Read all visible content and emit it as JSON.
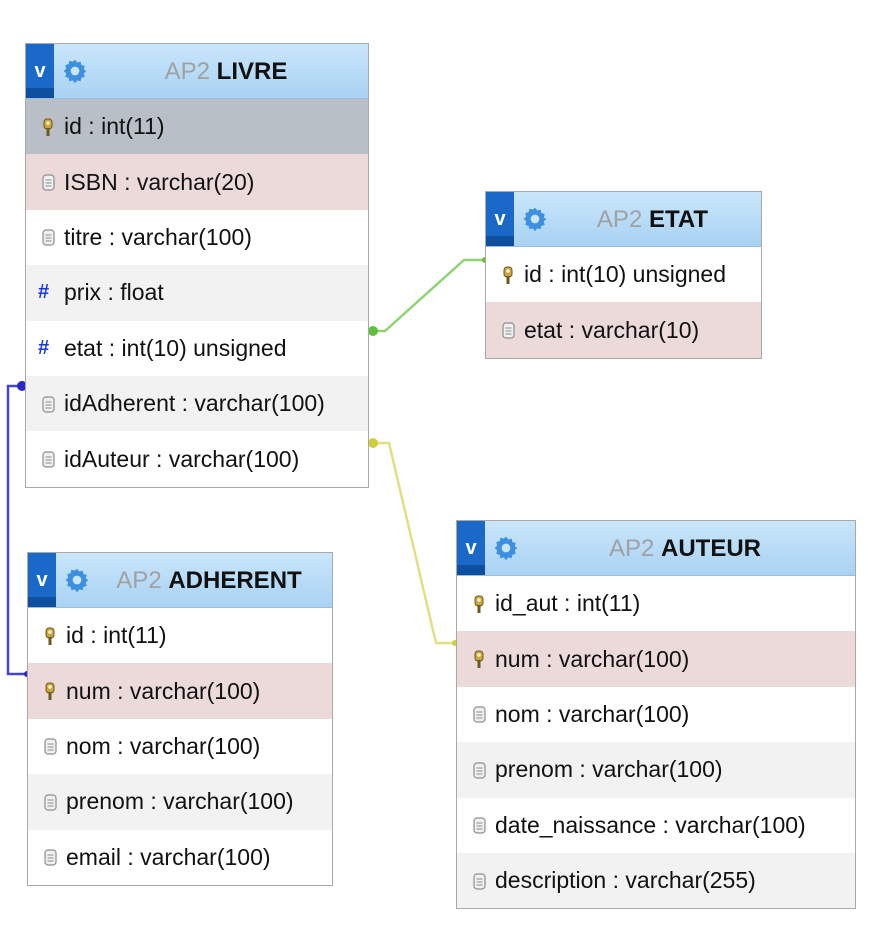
{
  "tables": {
    "livre": {
      "schema": "AP2",
      "name": "LIVRE",
      "columns": [
        {
          "name": "id",
          "type": "int(11)",
          "icon": "key-icon"
        },
        {
          "name": "ISBN",
          "type": "varchar(20)",
          "icon": "column-icon"
        },
        {
          "name": "titre",
          "type": "varchar(100)",
          "icon": "column-icon"
        },
        {
          "name": "prix",
          "type": "float",
          "icon": "numeric-icon"
        },
        {
          "name": "etat",
          "type": "int(10) unsigned",
          "icon": "numeric-icon"
        },
        {
          "name": "idAdherent",
          "type": "varchar(100)",
          "icon": "column-icon"
        },
        {
          "name": "idAuteur",
          "type": "varchar(100)",
          "icon": "column-icon"
        }
      ]
    },
    "etat": {
      "schema": "AP2",
      "name": "ETAT",
      "columns": [
        {
          "name": "id",
          "type": "int(10) unsigned",
          "icon": "key-icon"
        },
        {
          "name": "etat",
          "type": "varchar(10)",
          "icon": "column-icon"
        }
      ]
    },
    "adherent": {
      "schema": "AP2",
      "name": "ADHERENT",
      "columns": [
        {
          "name": "id",
          "type": "int(11)",
          "icon": "key-icon"
        },
        {
          "name": "num",
          "type": "varchar(100)",
          "icon": "key-icon"
        },
        {
          "name": "nom",
          "type": "varchar(100)",
          "icon": "column-icon"
        },
        {
          "name": "prenom",
          "type": "varchar(100)",
          "icon": "column-icon"
        },
        {
          "name": "email",
          "type": "varchar(100)",
          "icon": "column-icon"
        }
      ]
    },
    "auteur": {
      "schema": "AP2",
      "name": "AUTEUR",
      "columns": [
        {
          "name": "id_aut",
          "type": "int(11)",
          "icon": "key-icon"
        },
        {
          "name": "num",
          "type": "varchar(100)",
          "icon": "key-icon"
        },
        {
          "name": "nom",
          "type": "varchar(100)",
          "icon": "column-icon"
        },
        {
          "name": "prenom",
          "type": "varchar(100)",
          "icon": "column-icon"
        },
        {
          "name": "date_naissance",
          "type": "varchar(100)",
          "icon": "column-icon"
        },
        {
          "name": "description",
          "type": "varchar(255)",
          "icon": "column-icon"
        }
      ]
    }
  },
  "toggle_label": "v",
  "colors": {
    "header_top": "#c9e6fb",
    "header_bottom": "#a9d2f3",
    "toggle_button": "#1a68c8",
    "gear": "#3d8fe0",
    "link_etat": "#7ccf5f",
    "link_auteur": "#d7d866",
    "link_adherent": "#3533c9",
    "row_highlight": "#ecdada",
    "row_selected": "#b9bfc7"
  }
}
